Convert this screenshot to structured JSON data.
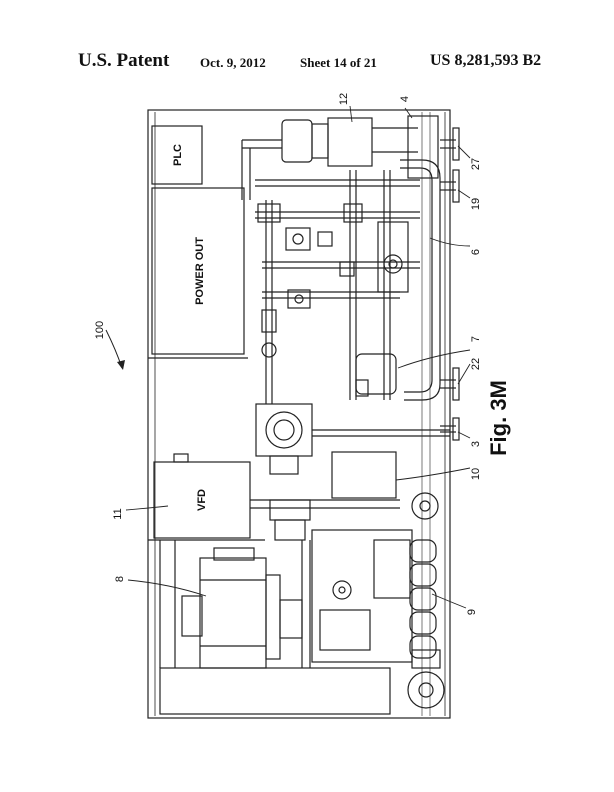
{
  "header": {
    "patent_label": "U.S. Patent",
    "date": "Oct. 9, 2012",
    "sheet": "Sheet 14 of 21",
    "patent_number": "US 8,281,593 B2"
  },
  "figure": {
    "title": "Fig. 3M",
    "assembly_ref": "100",
    "components": {
      "plc": "PLC",
      "power_out": "POWER OUT",
      "vfd": "VFD"
    },
    "reference_numerals": [
      "12",
      "4",
      "27",
      "19",
      "6",
      "7",
      "22",
      "3",
      "10",
      "11",
      "8",
      "9"
    ]
  }
}
